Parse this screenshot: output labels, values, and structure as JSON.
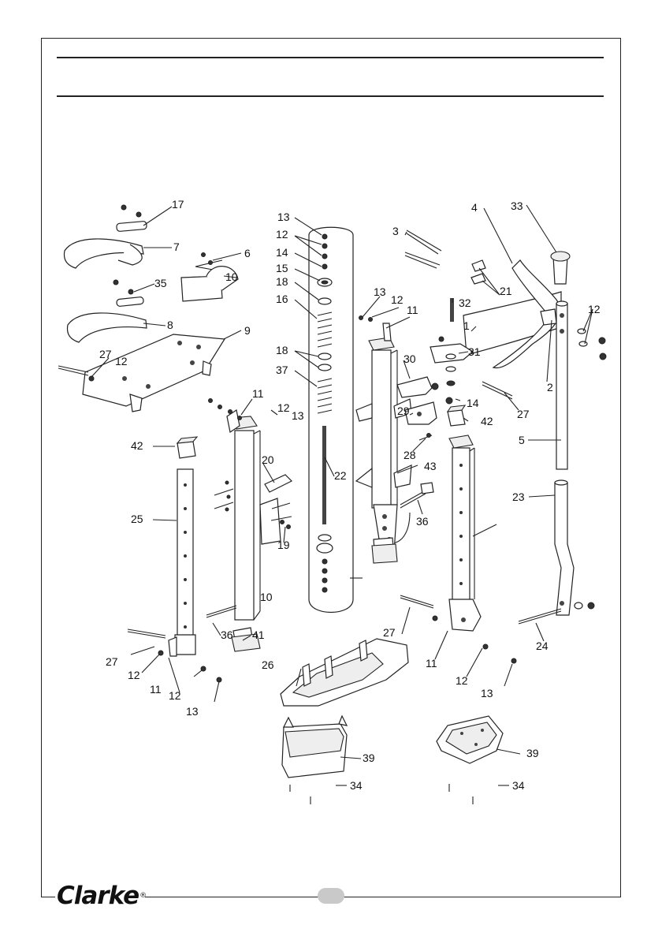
{
  "brand": {
    "logo_text": "Clarke"
  },
  "callouts": [
    {
      "id": "c17",
      "text": "17"
    },
    {
      "id": "c7",
      "text": "7"
    },
    {
      "id": "c6",
      "text": "6"
    },
    {
      "id": "c10a",
      "text": "10"
    },
    {
      "id": "c35",
      "text": "35"
    },
    {
      "id": "c8",
      "text": "8"
    },
    {
      "id": "c9",
      "text": "9"
    },
    {
      "id": "c27a",
      "text": "27"
    },
    {
      "id": "c12a",
      "text": "12"
    },
    {
      "id": "c13a",
      "text": "13"
    },
    {
      "id": "c12b",
      "text": "12"
    },
    {
      "id": "c14a",
      "text": "14"
    },
    {
      "id": "c15",
      "text": "15"
    },
    {
      "id": "c18a",
      "text": "18"
    },
    {
      "id": "c16",
      "text": "16"
    },
    {
      "id": "c18b",
      "text": "18"
    },
    {
      "id": "c37",
      "text": "37"
    },
    {
      "id": "c11a",
      "text": "11"
    },
    {
      "id": "c12c",
      "text": "12"
    },
    {
      "id": "c13b",
      "text": "13"
    },
    {
      "id": "c42a",
      "text": "42"
    },
    {
      "id": "c20",
      "text": "20"
    },
    {
      "id": "c22",
      "text": "22"
    },
    {
      "id": "c25",
      "text": "25"
    },
    {
      "id": "c19",
      "text": "19"
    },
    {
      "id": "c10b",
      "text": "10"
    },
    {
      "id": "c41",
      "text": "41"
    },
    {
      "id": "c36a",
      "text": "36"
    },
    {
      "id": "c27b",
      "text": "27"
    },
    {
      "id": "c12d",
      "text": "12"
    },
    {
      "id": "c11b",
      "text": "11"
    },
    {
      "id": "c12e",
      "text": "12"
    },
    {
      "id": "c13c",
      "text": "13"
    },
    {
      "id": "c3",
      "text": "3"
    },
    {
      "id": "c13d",
      "text": "13"
    },
    {
      "id": "c12f",
      "text": "12"
    },
    {
      "id": "c11c",
      "text": "11"
    },
    {
      "id": "c30",
      "text": "30"
    },
    {
      "id": "c29",
      "text": "29"
    },
    {
      "id": "c28",
      "text": "28"
    },
    {
      "id": "c43",
      "text": "43"
    },
    {
      "id": "c36b",
      "text": "36"
    },
    {
      "id": "c4",
      "text": "4"
    },
    {
      "id": "c33",
      "text": "33"
    },
    {
      "id": "c21",
      "text": "21"
    },
    {
      "id": "c32",
      "text": "32"
    },
    {
      "id": "c1",
      "text": "1"
    },
    {
      "id": "c31",
      "text": "31"
    },
    {
      "id": "c2",
      "text": "2"
    },
    {
      "id": "c12g",
      "text": "12"
    },
    {
      "id": "c14b",
      "text": "14"
    },
    {
      "id": "c27c",
      "text": "27"
    },
    {
      "id": "c42b",
      "text": "42"
    },
    {
      "id": "c5",
      "text": "5"
    },
    {
      "id": "c23",
      "text": "23"
    },
    {
      "id": "c24",
      "text": "24"
    },
    {
      "id": "c27d",
      "text": "27"
    },
    {
      "id": "c11d",
      "text": "11"
    },
    {
      "id": "c12h",
      "text": "12"
    },
    {
      "id": "c13e",
      "text": "13"
    },
    {
      "id": "c26",
      "text": "26"
    },
    {
      "id": "c39a",
      "text": "39"
    },
    {
      "id": "c34a",
      "text": "34"
    },
    {
      "id": "c39b",
      "text": "39"
    },
    {
      "id": "c34b",
      "text": "34"
    }
  ]
}
